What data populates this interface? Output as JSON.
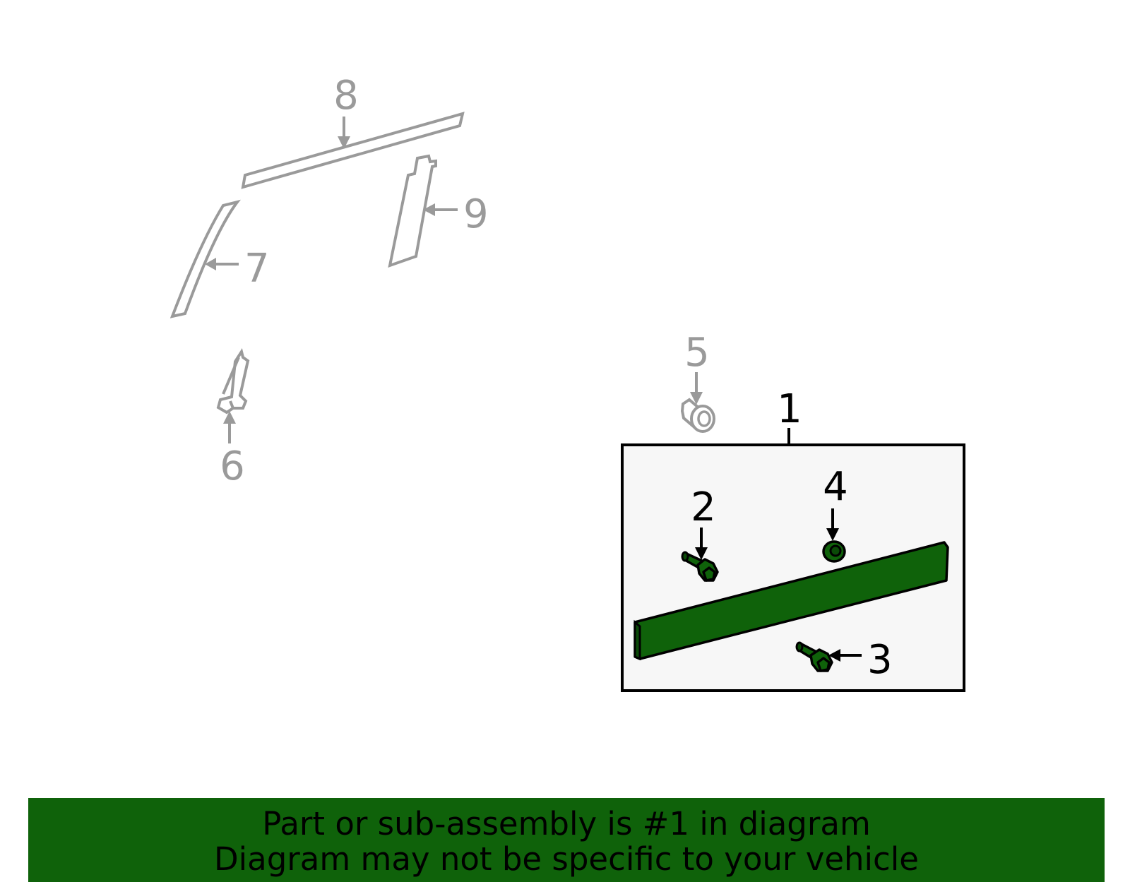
{
  "callouts": {
    "c1": "1",
    "c2": "2",
    "c3": "3",
    "c4": "4",
    "c5": "5",
    "c6": "6",
    "c7": "7",
    "c8": "8",
    "c9": "9"
  },
  "banner": {
    "line1": "Part or sub-assembly is #1 in diagram",
    "line2": "Diagram may not be specific to your vehicle"
  },
  "colors": {
    "highlight_green": "#0f620a",
    "banner_green": "#0f620a",
    "ghost_gray": "#9a9a9a",
    "box_fill": "#f7f7f7"
  }
}
